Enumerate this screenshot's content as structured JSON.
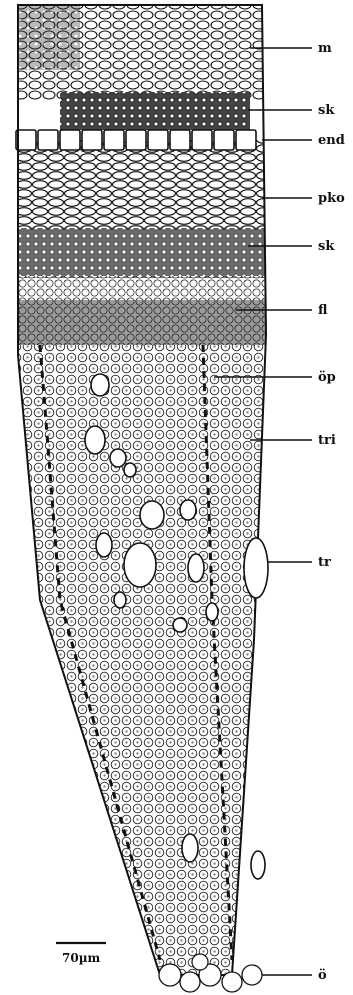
{
  "labels": [
    {
      "id": "m",
      "text": "m"
    },
    {
      "id": "sk1",
      "text": "sk"
    },
    {
      "id": "end",
      "text": "end"
    },
    {
      "id": "pko",
      "text": "pko"
    },
    {
      "id": "sk2",
      "text": "sk"
    },
    {
      "id": "fl",
      "text": "fl"
    },
    {
      "id": "op",
      "text": "öp"
    },
    {
      "id": "tri",
      "text": "tri"
    },
    {
      "id": "tr",
      "text": "tr"
    },
    {
      "id": "o",
      "text": "ö"
    }
  ],
  "scale_bar": {
    "text": "70µm"
  },
  "colors": {
    "ink": "#111111",
    "paper": "#ffffff",
    "dense": "#2a2a2a"
  }
}
